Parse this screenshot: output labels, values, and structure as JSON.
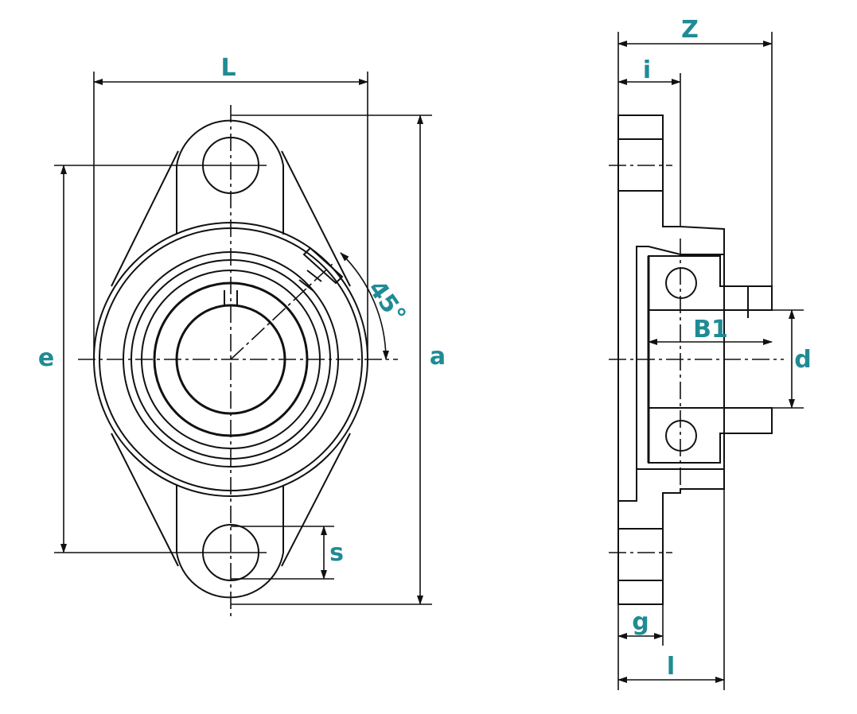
{
  "labels": {
    "L": "L",
    "e": "e",
    "a": "a",
    "angle": "45°",
    "s": "s",
    "Z": "Z",
    "i": "i",
    "B1": "B1",
    "d": "d",
    "g": "g",
    "l": "l"
  },
  "colors": {
    "label": "#1f8b95",
    "line": "#111111"
  }
}
